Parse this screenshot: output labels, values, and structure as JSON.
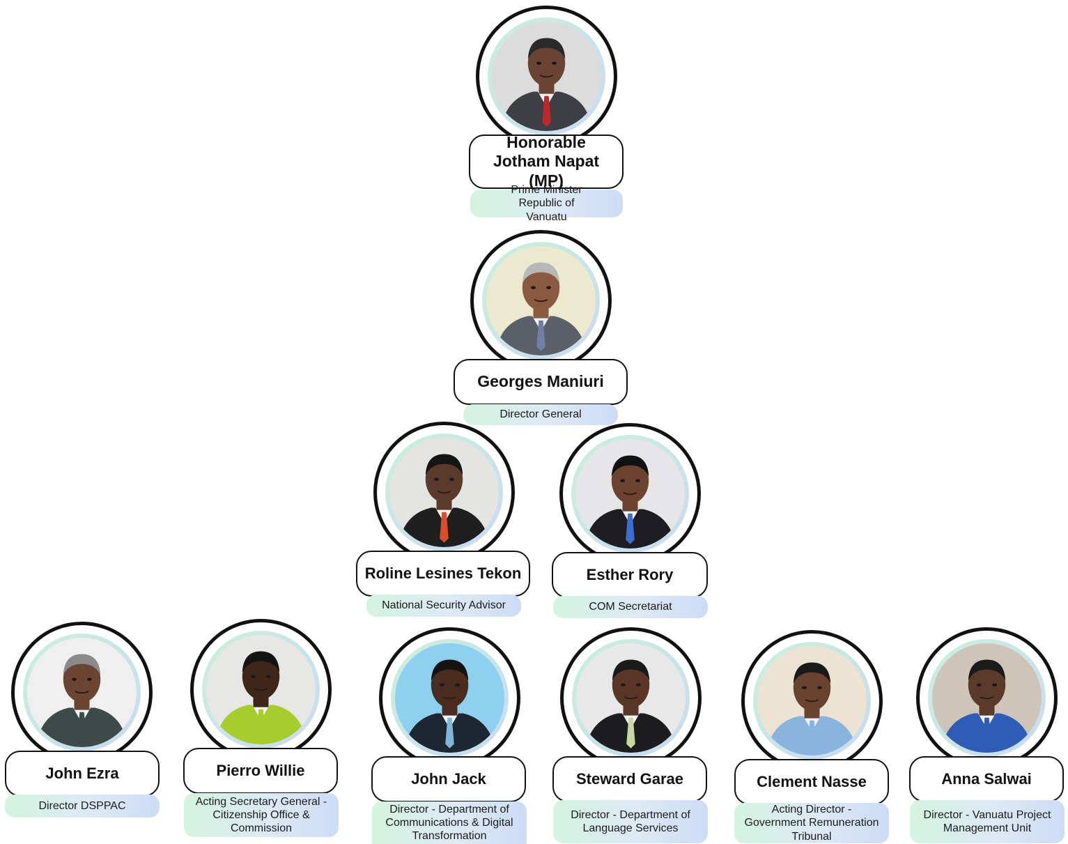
{
  "people": [
    {
      "key": "napat",
      "name": "Honorable Jotham Napat (MP)",
      "title": "Prime Minister Republic of Vanuatu",
      "bg": "#dcdcdc",
      "suit": "#3d3f44",
      "tie": "#c0272d",
      "skin": "#6a4433",
      "hair": "#2a2a2a"
    },
    {
      "key": "maniuri",
      "name": "Georges Maniuri",
      "title": "Director General",
      "bg": "#ece9cf",
      "suit": "#5a5f68",
      "tie": "#6e7fa8",
      "skin": "#8a5a40",
      "hair": "#b8b8b8"
    },
    {
      "key": "tekon",
      "name": "Roline Lesines Tekon",
      "title": "National Security Advisor",
      "bg": "#e4e4e2",
      "suit": "#1f1f1f",
      "tie": "#d94d2a",
      "skin": "#5a3a2a",
      "hair": "#151515"
    },
    {
      "key": "rory",
      "name": "Esther Rory",
      "title": "COM Secretariat",
      "bg": "#e6e6e8",
      "suit": "#1e1e22",
      "tie": "#3a6fd0",
      "skin": "#6b4330",
      "hair": "#121212"
    },
    {
      "key": "ezra",
      "name": "John Ezra",
      "title": "Director DSPPAC",
      "bg": "#efefef",
      "suit": "#3e4a48",
      "tie": "#3e4a48",
      "skin": "#6b4432",
      "hair": "#8a8a8a"
    },
    {
      "key": "willie",
      "name": "Pierro Willie",
      "title": "Acting Secretary General - Citizenship Office & Commission",
      "bg": "#e7e7e5",
      "suit": "#a6cc2e",
      "tie": "#a6cc2e",
      "skin": "#3e2618",
      "hair": "#141414"
    },
    {
      "key": "jack",
      "name": "John Jack",
      "title": "Director - Department of Communications & Digital Transformation",
      "bg": "#8fd0f0",
      "suit": "#1f2633",
      "tie": "#7fb7d8",
      "skin": "#4a2c1e",
      "hair": "#141414"
    },
    {
      "key": "garae",
      "name": "Steward Garae",
      "title": "Director - Department of Language Services",
      "bg": "#e8e8e8",
      "suit": "#1d1d1f",
      "tie": "#c9d7a1",
      "skin": "#5a3626",
      "hair": "#1a1a1a"
    },
    {
      "key": "nasse",
      "name": "Clement Nasse",
      "title": "Acting Director - Government Remuneration Tribunal",
      "bg": "#ede3d2",
      "suit": "#8ab4de",
      "tie": "#8ab4de",
      "skin": "#6a4330",
      "hair": "#1a1a1a"
    },
    {
      "key": "salwai",
      "name": "Anna Salwai",
      "title": "Director - Vanuatu Project Management Unit",
      "bg": "#cfc4b8",
      "suit": "#2f5db6",
      "tie": "#2f5db6",
      "skin": "#5a3a28",
      "hair": "#1a1a1a"
    }
  ]
}
